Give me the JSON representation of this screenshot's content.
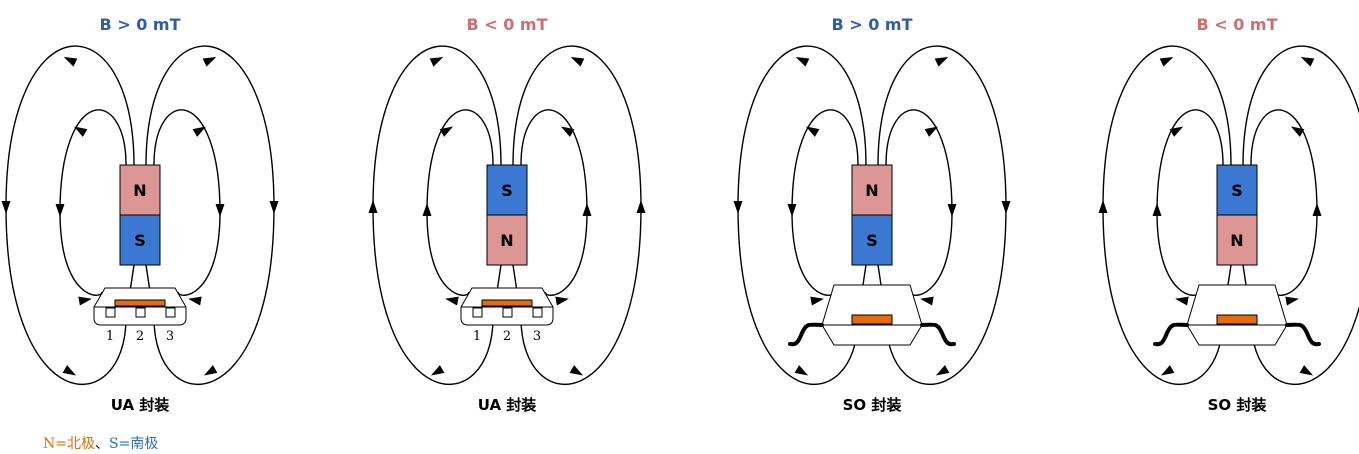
{
  "colors": {
    "north_fill": "#dc9694",
    "south_fill": "#3a78d2",
    "title_positive": "#2f5da6",
    "title_negative": "#cf6e6e",
    "sensor_chip": "#e46c0a",
    "legend_north": "#e46c0a",
    "legend_south": "#2a6dbf",
    "line": "#000000"
  },
  "panels": [
    {
      "title": "B > 0 mT",
      "title_color": "positive",
      "top_pole": "N",
      "bottom_pole": "S",
      "package": "UA",
      "caption": "UA 封装",
      "arrow_dir": "down",
      "pins": [
        "1",
        "2",
        "3"
      ]
    },
    {
      "title": "B < 0 mT",
      "title_color": "negative",
      "top_pole": "S",
      "bottom_pole": "N",
      "package": "UA",
      "caption": "UA 封装",
      "arrow_dir": "up",
      "pins": [
        "1",
        "2",
        "3"
      ]
    },
    {
      "title": "B > 0 mT",
      "title_color": "positive",
      "top_pole": "N",
      "bottom_pole": "S",
      "package": "SO",
      "caption": "SO 封装",
      "arrow_dir": "down",
      "pins": []
    },
    {
      "title": "B < 0 mT",
      "title_color": "negative",
      "top_pole": "S",
      "bottom_pole": "N",
      "package": "SO",
      "caption": "SO 封装",
      "arrow_dir": "up",
      "pins": []
    }
  ],
  "legend": {
    "north": "N=北极",
    "separator": "、",
    "south": "S=南极"
  }
}
